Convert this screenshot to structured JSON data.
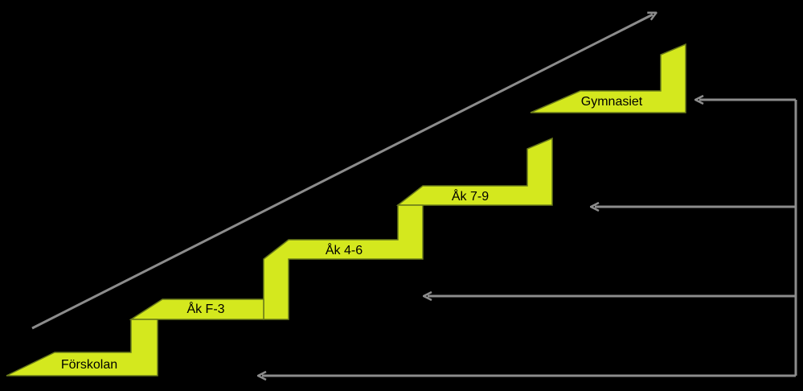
{
  "diagram": {
    "background_color": "#000000",
    "step_fill_color": "#d4e81e",
    "step_stroke_color": "#6a7a1a",
    "line_color": "#8c8c8c",
    "steps": [
      {
        "label": "Förskolan"
      },
      {
        "label": "Åk F-3"
      },
      {
        "label": "Åk 4-6"
      },
      {
        "label": "Åk 7-9"
      },
      {
        "label": "Gymnasiet"
      }
    ]
  }
}
